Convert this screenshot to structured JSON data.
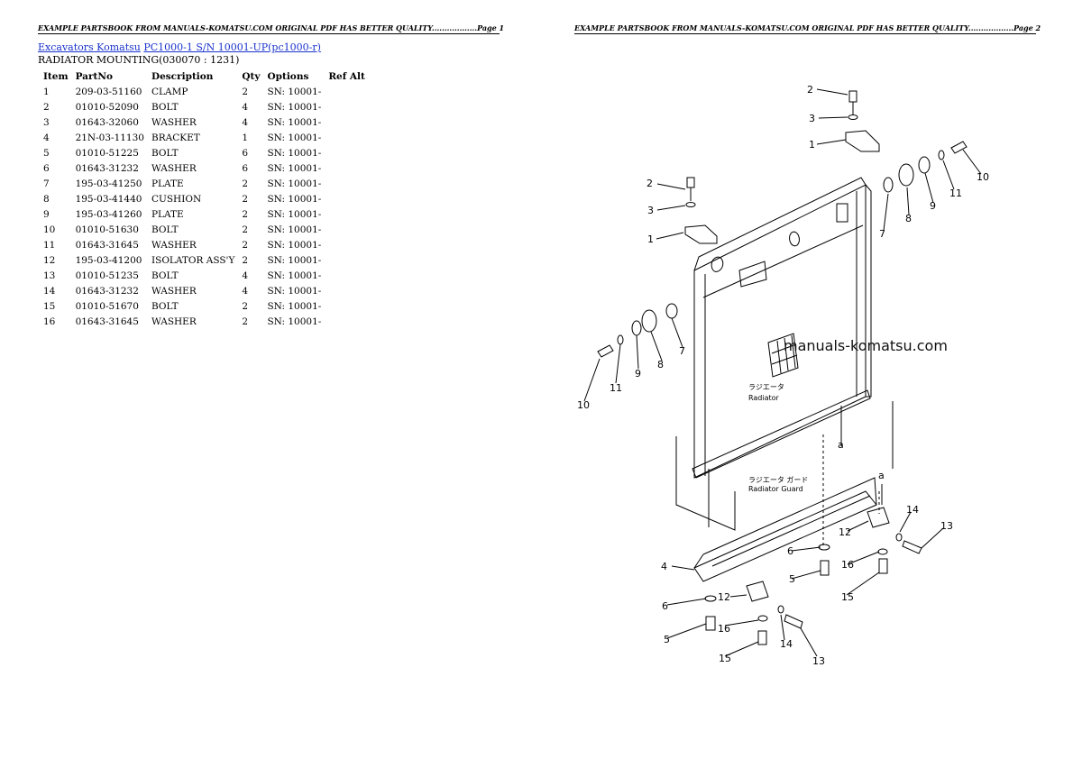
{
  "headers": {
    "page1": "EXAMPLE PARTSBOOK FROM MANUALS-KOMATSU.COM ORIGINAL PDF HAS BETTER QUALITY..................Page 1",
    "page2": "EXAMPLE PARTSBOOK FROM MANUALS-KOMATSU.COM ORIGINAL PDF HAS BETTER QUALITY..................Page 2"
  },
  "breadcrumb": {
    "link1": "Excavators Komatsu",
    "link2": "PC1000-1 S/N 10001-UP(pc1000-r)"
  },
  "section_title": "RADIATOR MOUNTING(030070 : 1231)",
  "table": {
    "columns": [
      "Item",
      "PartNo",
      "Description",
      "Qty",
      "Options",
      "Ref Alt"
    ],
    "rows": [
      [
        "1",
        "209-03-51160",
        "CLAMP",
        "2",
        "SN: 10001-",
        ""
      ],
      [
        "2",
        "01010-52090",
        "BOLT",
        "4",
        "SN: 10001-",
        ""
      ],
      [
        "3",
        "01643-32060",
        "WASHER",
        "4",
        "SN: 10001-",
        ""
      ],
      [
        "4",
        "21N-03-11130",
        "BRACKET",
        "1",
        "SN: 10001-",
        ""
      ],
      [
        "5",
        "01010-51225",
        "BOLT",
        "6",
        "SN: 10001-",
        ""
      ],
      [
        "6",
        "01643-31232",
        "WASHER",
        "6",
        "SN: 10001-",
        ""
      ],
      [
        "7",
        "195-03-41250",
        "PLATE",
        "2",
        "SN: 10001-",
        ""
      ],
      [
        "8",
        "195-03-41440",
        "CUSHION",
        "2",
        "SN: 10001-",
        ""
      ],
      [
        "9",
        "195-03-41260",
        "PLATE",
        "2",
        "SN: 10001-",
        ""
      ],
      [
        "10",
        "01010-51630",
        "BOLT",
        "2",
        "SN: 10001-",
        ""
      ],
      [
        "11",
        "01643-31645",
        "WASHER",
        "2",
        "SN: 10001-",
        ""
      ],
      [
        "12",
        "195-03-41200",
        "ISOLATOR ASS'Y",
        "2",
        "SN: 10001-",
        ""
      ],
      [
        "13",
        "01010-51235",
        "BOLT",
        "4",
        "SN: 10001-",
        ""
      ],
      [
        "14",
        "01643-31232",
        "WASHER",
        "4",
        "SN: 10001-",
        ""
      ],
      [
        "15",
        "01010-51670",
        "BOLT",
        "2",
        "SN: 10001-",
        ""
      ],
      [
        "16",
        "01643-31645",
        "WASHER",
        "2",
        "SN: 10001-",
        ""
      ]
    ]
  },
  "diagram": {
    "watermark": "manuals-komatsu.com",
    "radiator_jp": "ラジエータ",
    "radiator_en": "Radiator",
    "guard_jp": "ラジエータ ガード",
    "guard_en": "Radiator Guard",
    "ref_a": "a",
    "callouts": {
      "c1": "1",
      "c2": "2",
      "c3": "3",
      "c4": "4",
      "c5": "5",
      "c6": "6",
      "c7": "7",
      "c8": "8",
      "c9": "9",
      "c10": "10",
      "c11": "11",
      "c12": "12",
      "c13": "13",
      "c14": "14",
      "c15": "15",
      "c16": "16"
    }
  }
}
